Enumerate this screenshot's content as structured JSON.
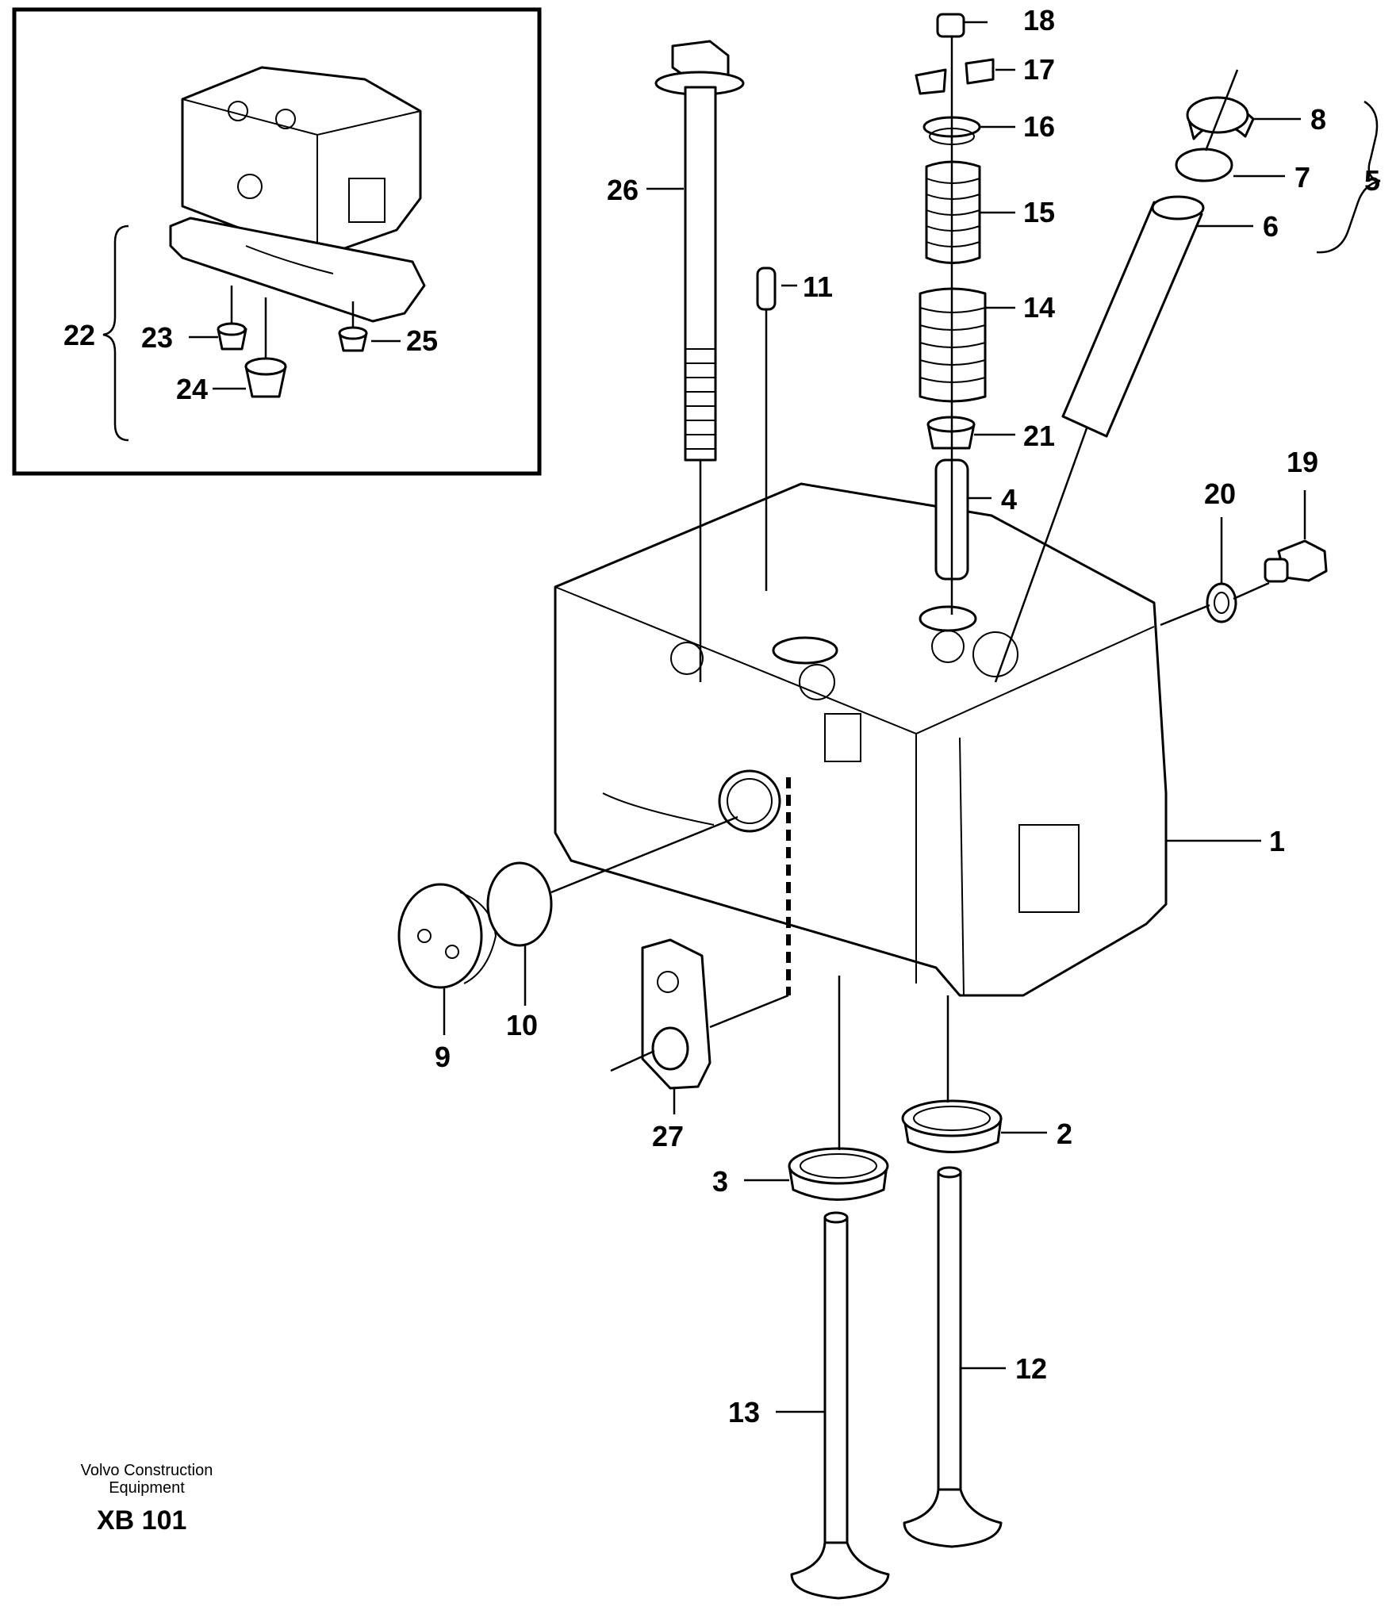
{
  "labels": {
    "p1": "1",
    "p2": "2",
    "p3": "3",
    "p4": "4",
    "p5": "5",
    "p6": "6",
    "p7": "7",
    "p8": "8",
    "p9": "9",
    "p10": "10",
    "p11": "11",
    "p12": "12",
    "p13": "13",
    "p14": "14",
    "p15": "15",
    "p16": "16",
    "p17": "17",
    "p18": "18",
    "p19": "19",
    "p20": "20",
    "p21": "21",
    "p22": "22",
    "p23": "23",
    "p24": "24",
    "p25": "25",
    "p26": "26",
    "p27": "27"
  },
  "footer": {
    "company_line1": "Volvo Construction",
    "company_line2": "Equipment",
    "code": "XB 101"
  }
}
